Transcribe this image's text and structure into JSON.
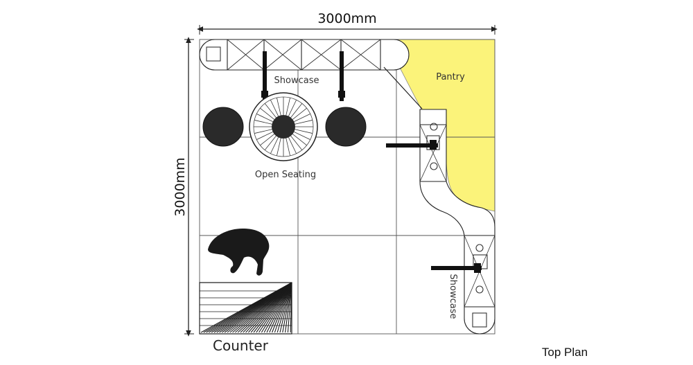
{
  "dimensions": {
    "width": "3000mm",
    "height": "3000mm"
  },
  "labels": {
    "showcase_top": "Showcase",
    "pantry": "Pantry",
    "open_seating": "Open Seating",
    "showcase_right": "Showcase",
    "counter": "Counter"
  },
  "caption": "Top Plan",
  "colors": {
    "pantry_fill": "#fbf37a",
    "line": "#444444",
    "furniture": "#1a1a1a"
  }
}
